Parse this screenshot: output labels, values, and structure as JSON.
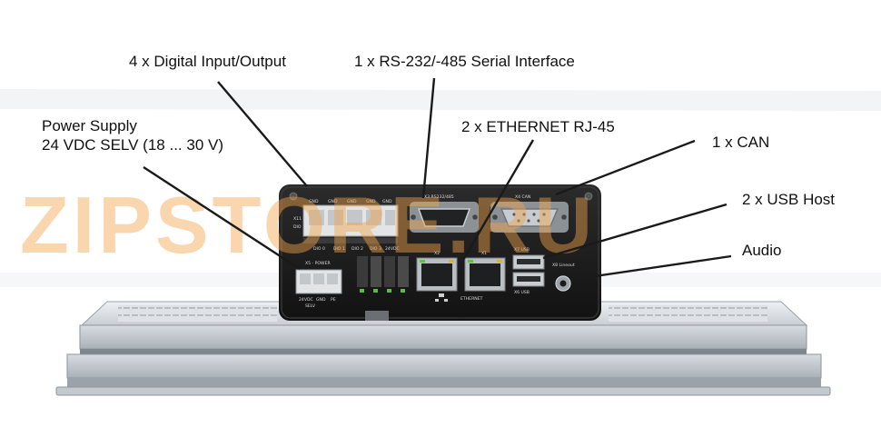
{
  "callouts": {
    "digital_io": "4 x Digital Input/Output",
    "serial": "1 x RS-232/-485 Serial Interface",
    "ethernet": "2 x ETHERNET RJ-45",
    "can": "1 x CAN",
    "power_line1": "Power Supply",
    "power_line2": "24 VDC SELV (18 ... 30 V)",
    "usb": "2 x USB Host",
    "audio": "Audio"
  },
  "watermark": "ZIPSTORE.RU",
  "device_labels": {
    "x11": "X11",
    "dio": "DIO",
    "gnd": "GND",
    "dio0": "DIO 0",
    "dio1": "DIO 1",
    "dio2": "DIO 2",
    "dio3": "DIO 3",
    "vdc24": "24VDC",
    "x3": "X3 RS232/485",
    "x4": "X4 CAN",
    "x5": "X5 - POWER",
    "v24": "24VDC",
    "gnd2": "GND",
    "pe": "PE",
    "selv": "SELV",
    "x2": "X2",
    "x1": "X1",
    "ethernet": "ETHERNET",
    "x7usb": "X7 USB",
    "x6usb": "X6 USB",
    "x8": "X8 Lineout"
  }
}
